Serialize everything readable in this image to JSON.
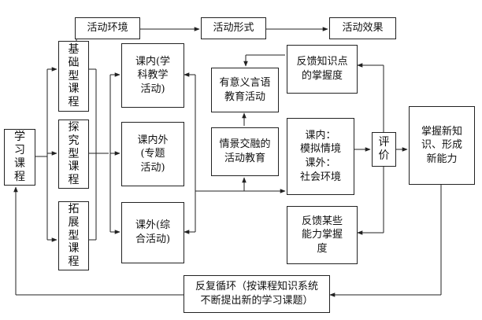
{
  "boxes": {
    "activity_env": "活动环境",
    "activity_form": "活动形式",
    "activity_effect": "活动效果",
    "learn_course": "学\n习\n课\n程",
    "basic_course": "基\n础\n型\n课\n程",
    "explore_course": "探\n究\n型\n课\n程",
    "expand_course": "拓\n展\n型\n课\n程",
    "in_class": "课内(学\n科教学\n活动)",
    "in_out_class": "课内外\n(专题\n活动)",
    "out_class": "课外(综\n合活动)",
    "meaningful_language": "有意义言语\n教育活动",
    "scenario_blend": "情景交融的\n活动教育",
    "feedback_knowledge": "反馈知识点\n的掌握度",
    "simulation": "课内：\n模拟情境\n课外：\n社会环境",
    "feedback_ability": "反馈某些\n能力掌握\n度",
    "evaluate": "评\n价",
    "mastery": "掌握新知\n识、形成\n新能力",
    "cycle": "反复循环（按课程知识系统\n不断提出新的学习课题）"
  }
}
